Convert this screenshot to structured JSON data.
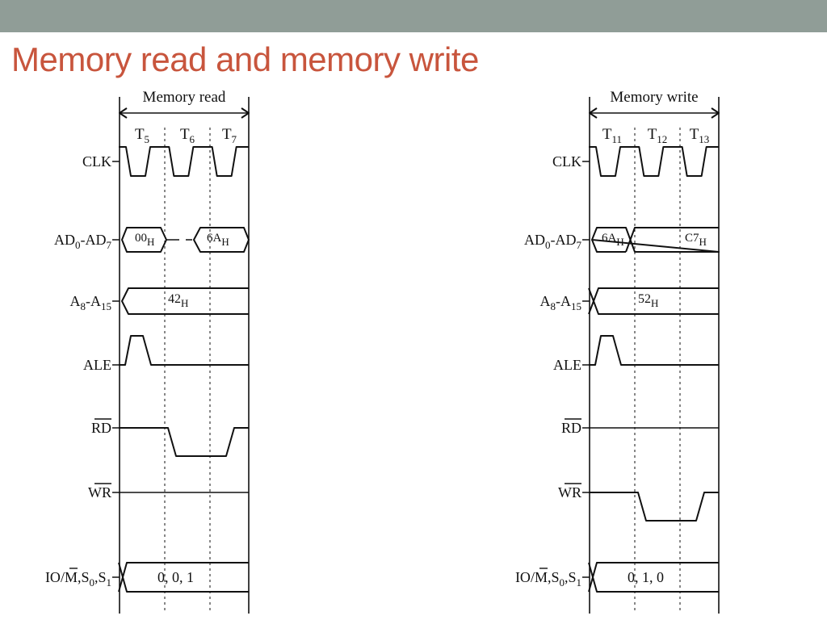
{
  "slide": {
    "title": "Memory read and memory write",
    "top_bar_color": "#909d97",
    "title_color": "#c8553d"
  },
  "diagrams": [
    {
      "id": "read",
      "header": "Memory read",
      "states": [
        "T5",
        "T6",
        "T7"
      ],
      "signals": [
        {
          "key": "clk",
          "label": "CLK",
          "kind": "clock"
        },
        {
          "key": "ad",
          "label": "AD0-AD7",
          "kind": "ad_bus",
          "values": [
            "00H",
            "6AH"
          ]
        },
        {
          "key": "a",
          "label": "A8-A15",
          "kind": "a_bus",
          "values": [
            "42H"
          ]
        },
        {
          "key": "ale",
          "label": "ALE",
          "kind": "ale"
        },
        {
          "key": "rd",
          "label": "RD",
          "overbar": true,
          "kind": "strobe",
          "low_states": [
            "T6"
          ]
        },
        {
          "key": "wr",
          "label": "WR",
          "overbar": true,
          "kind": "high"
        },
        {
          "key": "io",
          "label": "IO/M,S0,S1",
          "kind": "status",
          "values": [
            "0, 0, 1"
          ]
        }
      ]
    },
    {
      "id": "write",
      "header": "Memory write",
      "states": [
        "T11",
        "T12",
        "T13"
      ],
      "signals": [
        {
          "key": "clk",
          "label": "CLK",
          "kind": "clock"
        },
        {
          "key": "ad",
          "label": "AD0-AD7",
          "kind": "ad_bus",
          "values": [
            "6AH",
            "C7H"
          ]
        },
        {
          "key": "a",
          "label": "A8-A15",
          "kind": "a_bus",
          "values": [
            "52H"
          ]
        },
        {
          "key": "ale",
          "label": "ALE",
          "kind": "ale"
        },
        {
          "key": "rd",
          "label": "RD",
          "overbar": true,
          "kind": "high"
        },
        {
          "key": "wr",
          "label": "WR",
          "overbar": true,
          "kind": "strobe",
          "low_states": [
            "T12"
          ]
        },
        {
          "key": "io",
          "label": "IO/M,S0,S1",
          "kind": "status",
          "values": [
            "0, 1, 0"
          ]
        }
      ]
    }
  ]
}
